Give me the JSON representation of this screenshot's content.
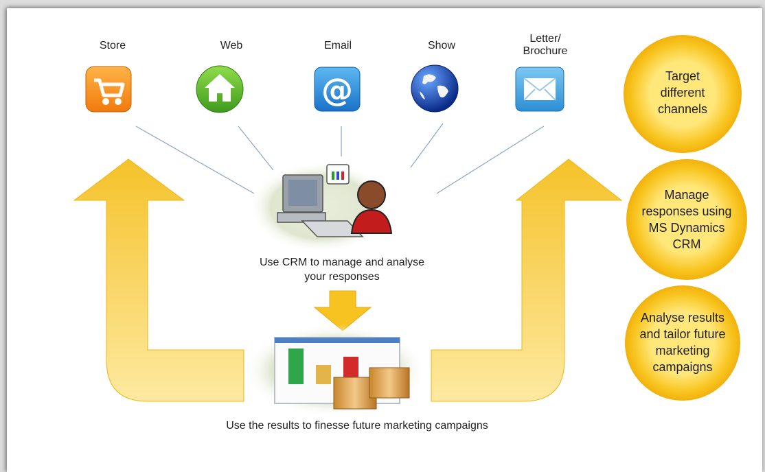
{
  "channels": [
    {
      "label": "Store",
      "icon": "shopping-cart-icon"
    },
    {
      "label": "Web",
      "icon": "home-icon"
    },
    {
      "label": "Email",
      "icon": "at-sign-icon"
    },
    {
      "label": "Show",
      "icon": "globe-icon"
    },
    {
      "label": "Letter/\nBrochure",
      "icon": "envelope-icon"
    }
  ],
  "crm_caption": "Use CRM to manage and analyse\nyour responses",
  "results_caption": "Use the results to finesse future marketing campaigns",
  "steps": [
    {
      "label": "Target\ndifferent\nchannels"
    },
    {
      "label": "Manage\nresponses using\nMS Dynamics\nCRM"
    },
    {
      "label": "Analyse results\nand tailor future\nmarketing\ncampaigns"
    }
  ],
  "colors": {
    "arrow_gold": "#f5c22a",
    "circle_gold": "#f7c51c",
    "connector_blue": "#8aa4c8"
  }
}
